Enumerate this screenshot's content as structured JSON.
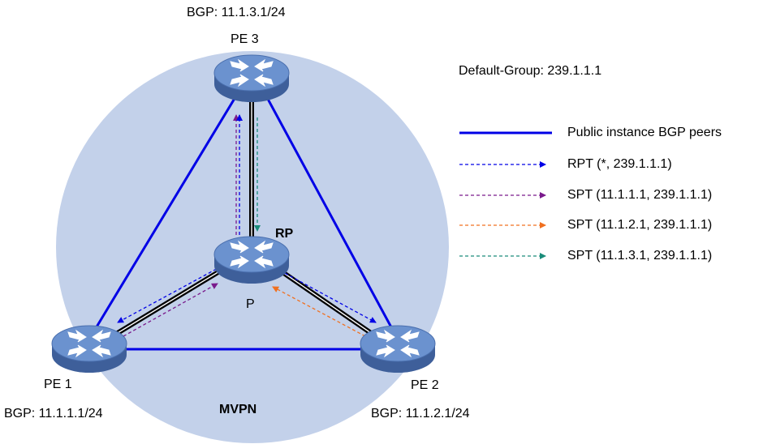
{
  "default_group": "Default-Group: 239.1.1.1",
  "region_label": "MVPN",
  "colors": {
    "circle": "#c3d1ea",
    "bgp": "#0000e6",
    "p_link": "#000000",
    "rpt": "#0000e6",
    "spt1": "#7a1a8c",
    "spt2": "#f07020",
    "spt3": "#1a8c7a",
    "router_top": "#5e86c6",
    "router_side": "#3e5f9a"
  },
  "routers": [
    {
      "id": "pe3",
      "name": "PE 3",
      "bgp": "BGP: 11.1.3.1/24"
    },
    {
      "id": "p",
      "name": "P",
      "role": "RP"
    },
    {
      "id": "pe1",
      "name": "PE 1",
      "bgp": "BGP: 11.1.1.1/24"
    },
    {
      "id": "pe2",
      "name": "PE 2",
      "bgp": "BGP: 11.1.2.1/24"
    }
  ],
  "legend": [
    {
      "id": "bgp",
      "label": "Public instance BGP peers",
      "style": "solid"
    },
    {
      "id": "rpt",
      "label": "RPT (*, 239.1.1.1)",
      "style": "dashed"
    },
    {
      "id": "spt1",
      "label": "SPT (11.1.1.1, 239.1.1.1)",
      "style": "dashed"
    },
    {
      "id": "spt2",
      "label": "SPT (11.1.2.1, 239.1.1.1)",
      "style": "dashed"
    },
    {
      "id": "spt3",
      "label": "SPT (11.1.3.1, 239.1.1.1)",
      "style": "dashed"
    }
  ]
}
